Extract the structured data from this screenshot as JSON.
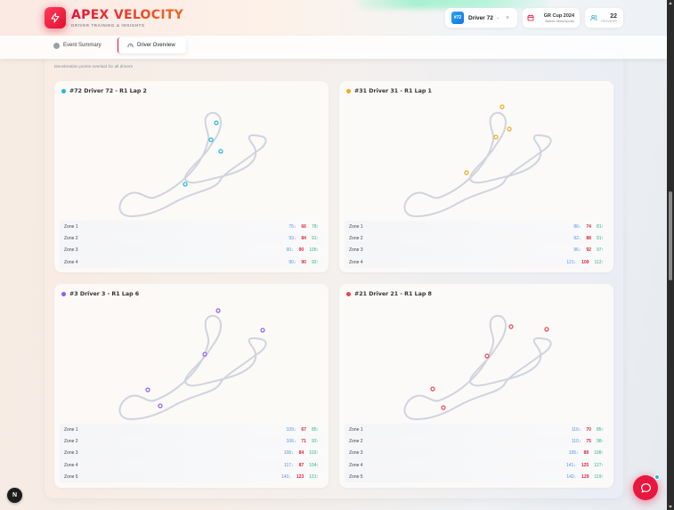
{
  "header": {
    "brand": {
      "title": "APEX VELOCITY",
      "subtitle": "DRIVER TRAINING & INSIGHTS",
      "icon": "lightning-icon"
    },
    "driver_selector": {
      "badge": "#72",
      "label": "Driver 72",
      "chevron": "chevron-down-icon",
      "close": "×"
    },
    "event": {
      "name": "GR Cup 2024",
      "location": "Barber Motorsports",
      "icon": "calendar-icon"
    },
    "drivers_count": {
      "value": "22",
      "label": "DRIVERS",
      "icon": "users-icon"
    }
  },
  "tabs": [
    {
      "label": "Event Summary",
      "active": false
    },
    {
      "label": "Driver Overview",
      "active": true
    }
  ],
  "section": {
    "subtitle": "Deceleration points overlaid for all drivers"
  },
  "colors": {
    "accent": "#e8103a",
    "min": "#5b8de8",
    "avg": "#e0243a",
    "max": "#2fb380"
  },
  "cards": [
    {
      "title": "#72 Driver 72 - R1 Lap 2",
      "color": "#22b8d8",
      "zones": [
        {
          "label": "Zone 1",
          "min": "75↓",
          "avg": "66",
          "max": "78↑"
        },
        {
          "label": "Zone 2",
          "min": "93↓",
          "avg": "84",
          "max": "91↑"
        },
        {
          "label": "Zone 3",
          "min": "90↓",
          "avg": "90",
          "max": "105↑"
        },
        {
          "label": "Zone 4",
          "min": "90↓",
          "avg": "90",
          "max": "92↑"
        }
      ]
    },
    {
      "title": "#31 Driver 31 - R1 Lap 1",
      "color": "#f2a81d",
      "zones": [
        {
          "label": "Zone 1",
          "min": "86↓",
          "avg": "74",
          "max": "81↑"
        },
        {
          "label": "Zone 2",
          "min": "92↓",
          "avg": "88",
          "max": "91↑"
        },
        {
          "label": "Zone 3",
          "min": "96↓",
          "avg": "92",
          "max": "97↑"
        },
        {
          "label": "Zone 4",
          "min": "121↓",
          "avg": "109",
          "max": "112↑"
        }
      ]
    },
    {
      "title": "#3 Driver 3 - R1 Lap 6",
      "color": "#8b5cf6",
      "zones": [
        {
          "label": "Zone 1",
          "min": "109↓",
          "avg": "67",
          "max": "85↑"
        },
        {
          "label": "Zone 2",
          "min": "106↓",
          "avg": "71",
          "max": "92↑"
        },
        {
          "label": "Zone 3",
          "min": "108↓",
          "avg": "84",
          "max": "102↑"
        },
        {
          "label": "Zone 4",
          "min": "117↓",
          "avg": "87",
          "max": "104↑"
        },
        {
          "label": "Zone 5",
          "min": "143↓",
          "avg": "123",
          "max": "131↑"
        }
      ]
    },
    {
      "title": "#21 Driver 21 - R1 Lap 8",
      "color": "#e8474f",
      "zones": [
        {
          "label": "Zone 1",
          "min": "116↓",
          "avg": "70",
          "max": "85↑"
        },
        {
          "label": "Zone 2",
          "min": "110↓",
          "avg": "75",
          "max": "98↑"
        },
        {
          "label": "Zone 3",
          "min": "105↓",
          "avg": "89",
          "max": "108↑"
        },
        {
          "label": "Zone 4",
          "min": "141↓",
          "avg": "125",
          "max": "127↑"
        },
        {
          "label": "Zone 5",
          "min": "142↓",
          "avg": "129",
          "max": "119↑"
        }
      ]
    }
  ],
  "floating": {
    "next_badge": "N",
    "chat_icon": "chat-bubble-icon"
  }
}
